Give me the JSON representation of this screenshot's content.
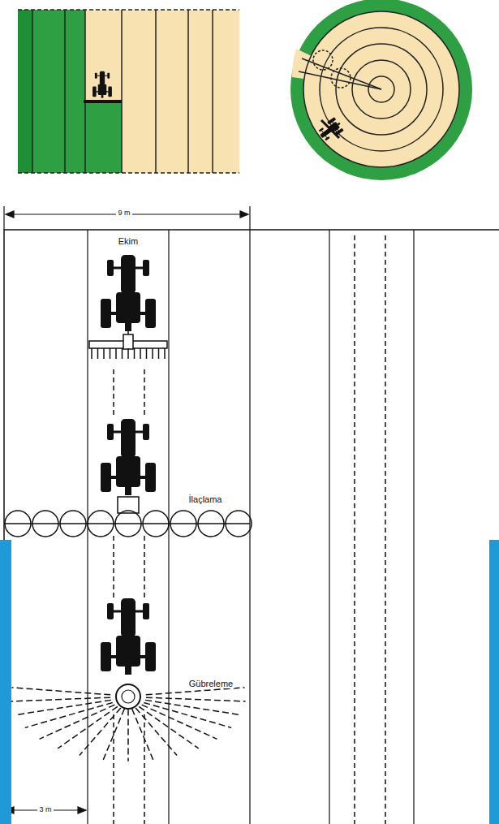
{
  "diagram": {
    "labels": [
      "9 m",
      "Ekim",
      "İlaçlama",
      "Gübreleme",
      "3 m"
    ]
  }
}
